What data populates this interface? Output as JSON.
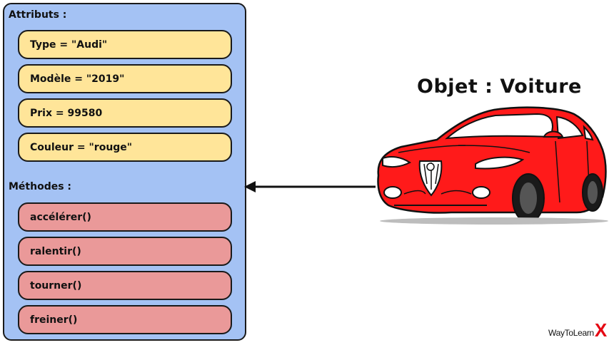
{
  "attributes": {
    "title": "Attributs :",
    "items": [
      "Type = \"Audi\"",
      "Modèle = \"2019\"",
      "Prix = 99580",
      "Couleur = \"rouge\""
    ]
  },
  "methods": {
    "title": "Méthodes :",
    "items": [
      "accélérer()",
      "ralentir()",
      "tourner()",
      "freiner()"
    ]
  },
  "object_title": "Objet : Voiture",
  "logo": {
    "text": "WayToLearn",
    "mark": "X"
  },
  "colors": {
    "panel": "#a4c2f4",
    "attribute_fill": "#ffe599",
    "method_fill": "#ea9999",
    "car": "#ff1a1a",
    "logo_mark": "#e50914"
  }
}
